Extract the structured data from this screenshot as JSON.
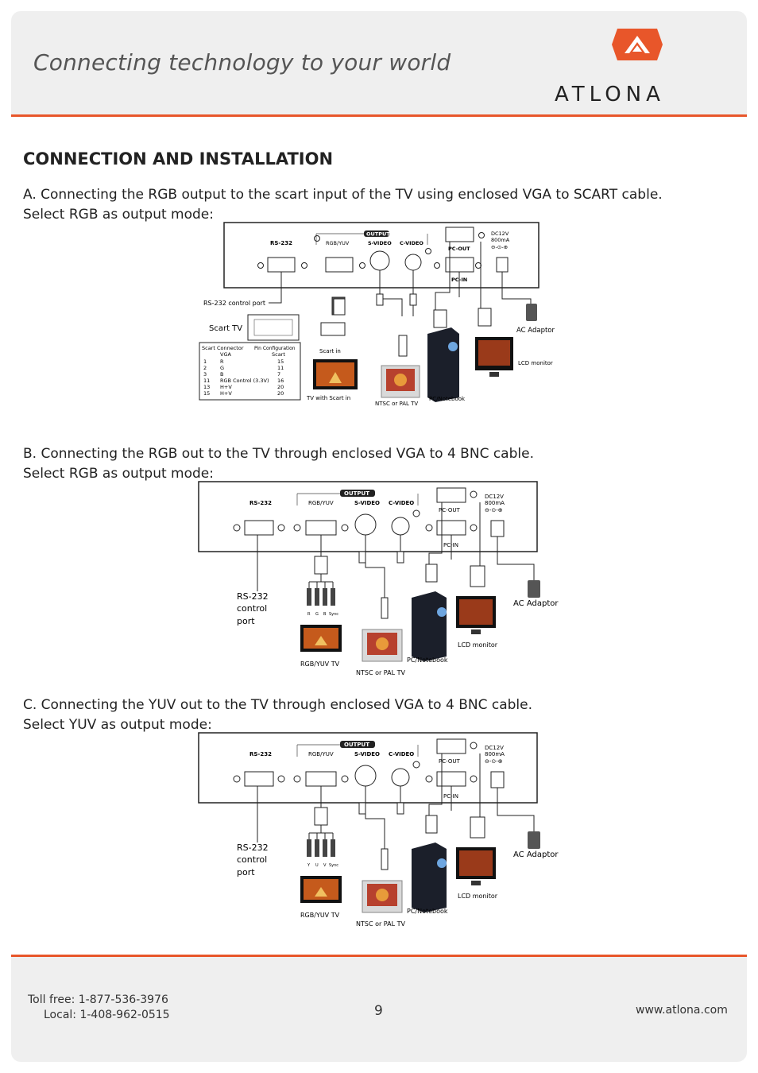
{
  "header": {
    "tagline": "Connecting technology to your world",
    "brand": "ATLONA"
  },
  "section_title": "CONNECTION AND INSTALLATION",
  "sections": [
    {
      "heading": "A. Connecting the RGB output to the scart input of the TV using enclosed VGA to SCART cable.",
      "subheading": "Select RGB as output mode:"
    },
    {
      "heading": "B. Connecting the RGB out to the TV through enclosed VGA to 4 BNC cable.",
      "subheading": "Select RGB as output mode:"
    },
    {
      "heading": "C. Connecting the YUV out to the TV through enclosed VGA to 4 BNC cable.",
      "subheading": "Select YUV as output mode:"
    }
  ],
  "panel": {
    "rs232": "RS-232",
    "rgbyuv": "RGB/YUV",
    "output": "OUTPUT",
    "svideo": "S-VIDEO",
    "cvideo": "C-VIDEO",
    "pcout": "PC-OUT",
    "pcin": "PC-IN",
    "dc": "DC12V",
    "ma": "800mA",
    "polarity": "⊖-⊙-⊕"
  },
  "diagram_a": {
    "rs232_port": "RS-232 control port",
    "scart_tv": "Scart TV",
    "scart_in": "Scart in",
    "tv_scart_in": "TV with Scart in",
    "ntsc": "NTSC or PAL TV",
    "pc": "PC/Notebook",
    "adaptor": "AC Adaptor",
    "lcd": "LCD monitor",
    "pin_table": {
      "title_left": "Scart Connector",
      "title_right": "Pin Configuration",
      "col_vga": "VGA",
      "col_scart": "Scart",
      "rows": [
        {
          "n": "1",
          "sig": "R",
          "scart": "15"
        },
        {
          "n": "2",
          "sig": "G",
          "scart": "11"
        },
        {
          "n": "3",
          "sig": "B",
          "scart": "7"
        },
        {
          "n": "11",
          "sig": "RGB Control (3.3V)",
          "scart": "16"
        },
        {
          "n": "13",
          "sig": "H+V",
          "scart": "20"
        },
        {
          "n": "15",
          "sig": "H+V",
          "scart": "20"
        }
      ]
    }
  },
  "diagram_b": {
    "rs232_l1": "RS-232",
    "rs232_l2": "control",
    "rs232_l3": "port",
    "bnc": [
      "R",
      "G",
      "B",
      "Sync"
    ],
    "tv": "RGB/YUV TV",
    "ntsc": "NTSC or PAL TV",
    "pc": "PC/Notebook",
    "lcd": "LCD monitor",
    "adaptor": "AC Adaptor"
  },
  "diagram_c": {
    "rs232_l1": "RS-232",
    "rs232_l2": "control",
    "rs232_l3": "port",
    "bnc": [
      "Y",
      "U",
      "V",
      "Sync"
    ],
    "tv": "RGB/YUV TV",
    "ntsc": "NTSC or PAL TV",
    "pc": "PC/Notebook",
    "lcd": "LCD monitor",
    "adaptor": "AC Adaptor"
  },
  "footer": {
    "toll_free": "Toll free: 1-877-536-3976",
    "local": "Local: 1-408-962-0515",
    "page": "9",
    "website": "www.atlona.com"
  },
  "colors": {
    "accent": "#e8562a",
    "band": "#efefef"
  }
}
